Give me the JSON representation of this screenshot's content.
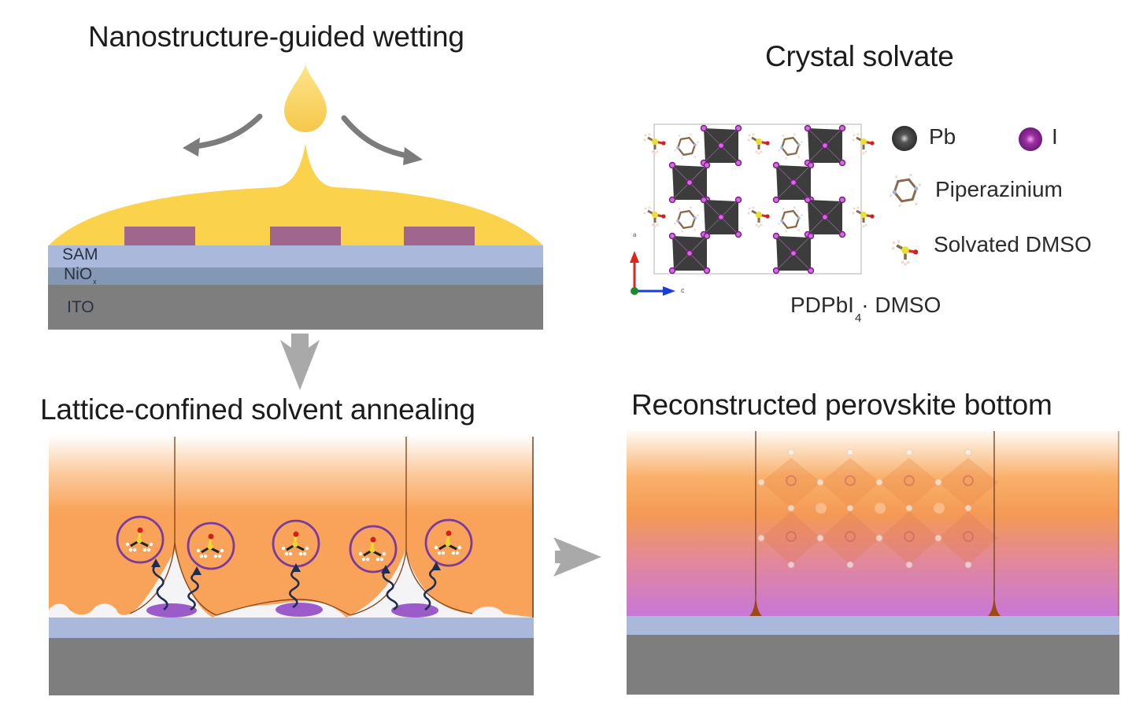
{
  "panels": {
    "wetting": {
      "title": "Nanostructure-guided wetting",
      "layers": [
        "SAM",
        "NiO",
        "ITO"
      ],
      "nio_subscript": "x",
      "colors": {
        "precursor": "#fbd24c",
        "nanostructure": "#a1668e",
        "sam": "#aab8db",
        "niox": "#8497b4",
        "ito": "#7e7e7e",
        "arrow": "#7a7a7a"
      }
    },
    "crystal": {
      "title": "Crystal solvate",
      "formula_main": "PDPbI",
      "formula_subscript": "4",
      "formula_suffix": "· DMSO",
      "axis_vertical": "a",
      "axis_horizontal": "c",
      "legend": [
        {
          "id": "pb",
          "label": "Pb",
          "color": "#3d3d3d"
        },
        {
          "id": "i",
          "label": "I",
          "color": "#8b2a95"
        },
        {
          "id": "piperazinium",
          "label": "Piperazinium"
        },
        {
          "id": "dmso",
          "label": "Solvated DMSO"
        }
      ],
      "colors": {
        "octahedron": "#3c3c3c",
        "iodine": "#9a2fa3",
        "axis_a": "#e0231d",
        "axis_c": "#1a3fd6",
        "origin": "#1a8a2a"
      }
    },
    "annealing": {
      "title": "Lattice-confined solvent annealing",
      "dmso_count": 5,
      "colors": {
        "perovskite": "#f9a35a",
        "ring": "#7b3a9d",
        "pool": "#9b5cc9",
        "wave": "#1f2d52"
      }
    },
    "reconstructed": {
      "title": "Reconstructed perovskite bottom",
      "colors": {
        "top": "#fff8ef",
        "mid": "#f6a257",
        "bottom": "#c77ad6",
        "grain": "#7a3d10"
      }
    }
  },
  "flow_arrows": [
    "down-arrow",
    "right-arrow"
  ]
}
